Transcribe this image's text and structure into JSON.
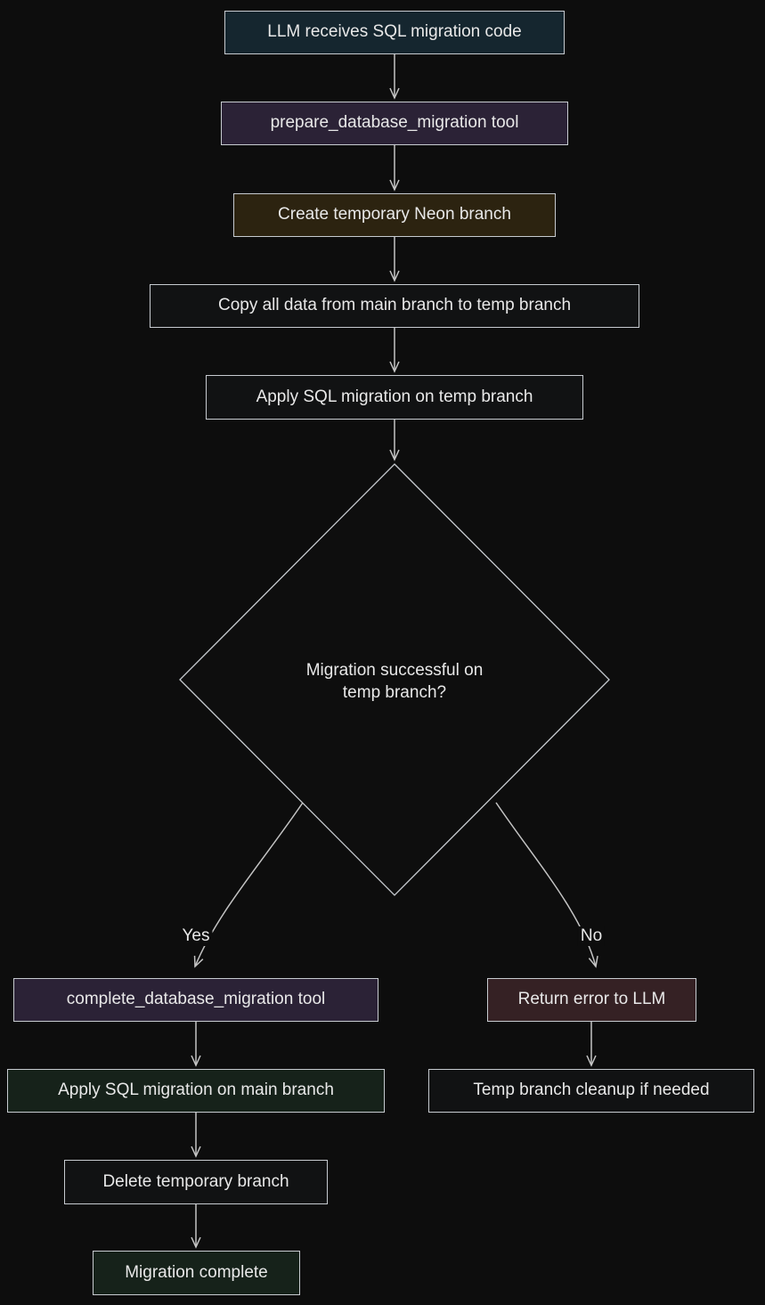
{
  "diagram": {
    "type": "flowchart",
    "nodes": {
      "llm_receives": "LLM receives SQL migration code",
      "prepare_tool": "prepare_database_migration tool",
      "create_branch": "Create temporary Neon branch",
      "copy_data": "Copy all data from main branch to temp branch",
      "apply_temp": "Apply SQL migration on temp branch",
      "decision_line1": "Migration successful on",
      "decision_line2": "temp branch?",
      "complete_tool": "complete_database_migration tool",
      "apply_main": "Apply SQL migration on main branch",
      "delete_branch": "Delete temporary branch",
      "migration_complete": "Migration complete",
      "return_error": "Return error to LLM",
      "temp_cleanup": "Temp branch cleanup if needed"
    },
    "edge_labels": {
      "yes": "Yes",
      "no": "No"
    },
    "colors": {
      "background": "#0d0d0d",
      "node_border": "#c7cbd0",
      "arrow": "#c4c4c4",
      "text": "#e8e8e8",
      "teal_fill": "#15262f",
      "purple_fill": "#2b2236",
      "brown_fill": "#2c2310",
      "green_fill": "#16221a",
      "maroon_fill": "#352124",
      "plain_fill": "#111213"
    }
  }
}
